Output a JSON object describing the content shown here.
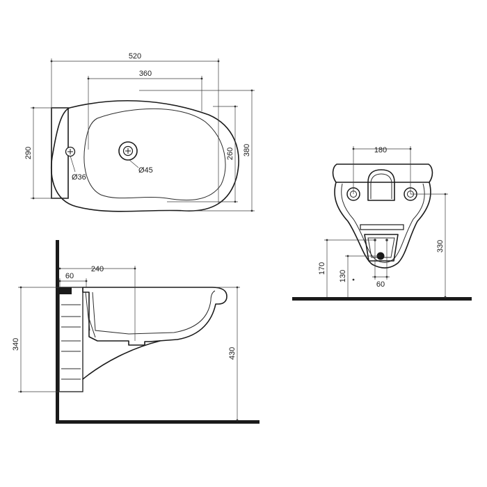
{
  "top_view": {
    "dims": {
      "overall_width": "520",
      "bowl_width": "360",
      "overall_depth": "380",
      "bowl_depth": "260",
      "side_depth": "290"
    },
    "callouts": {
      "overflow_diameter": "Ø36",
      "drain_diameter": "Ø45"
    }
  },
  "side_view": {
    "dims": {
      "wall_gap": "60",
      "drain_offset": "240",
      "fixing_height": "340",
      "rim_height": "430"
    }
  },
  "rear_view": {
    "dims": {
      "fixing_spacing": "180",
      "fixing_height": "330",
      "supply_height": "170",
      "waste_height": "130",
      "supply_spacing": "60"
    }
  }
}
